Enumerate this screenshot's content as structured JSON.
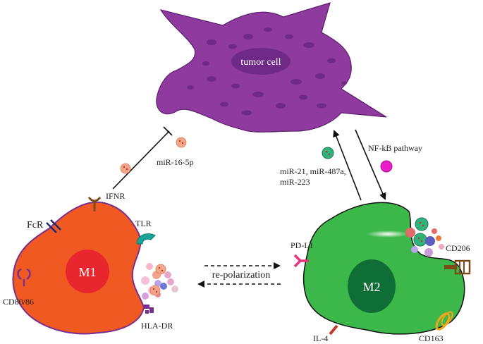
{
  "tumor": {
    "label": "tumor cell",
    "color": "#8e3a9e",
    "nucleus_color": "#6e2a86"
  },
  "m1": {
    "label": "M1",
    "membrane_color": "#f05a22",
    "nucleus_color": "#e8262d",
    "receptors": {
      "fcr": "FcR",
      "ifnr": "IFNR",
      "tlr": "TLR",
      "cd80": "CD80/86",
      "hla": "HLA-DR"
    }
  },
  "m2": {
    "label": "M2",
    "membrane_color": "#3cb84a",
    "nucleus_color": "#0f6e35",
    "receptors": {
      "pdl1": "PD-L1",
      "cd206": "CD206",
      "il4": "IL-4",
      "cd163": "CD163"
    }
  },
  "arrows": {
    "mirna_m1": "miR-16-5p",
    "mirna_m2_line1": "miR-21, miR-487a,",
    "mirna_m2_line2": "miR-223",
    "nfkb": "NF-kB pathway",
    "repolarization": "re-polarization"
  }
}
